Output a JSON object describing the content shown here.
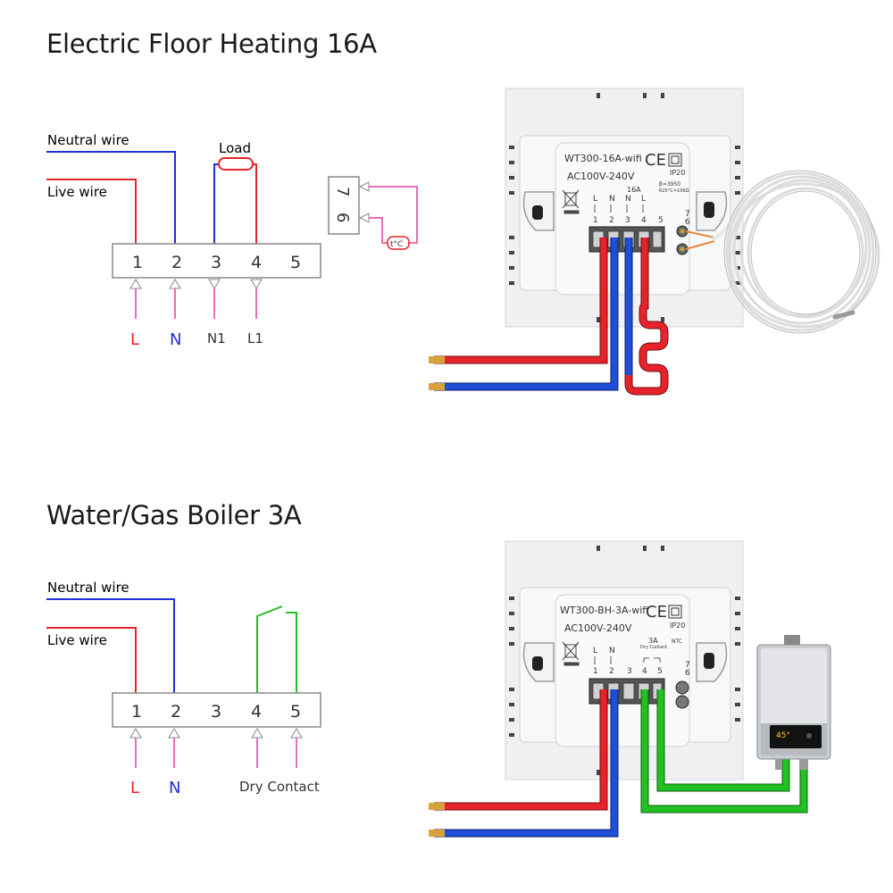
{
  "colors": {
    "live": "#e8222a",
    "neutral": "#1f2fd6",
    "pink": "#e86fb7",
    "green": "#22c022",
    "terminal": "#888888",
    "panel": "#eef0f2"
  },
  "section1": {
    "title": "Electric Floor Heating 16A",
    "neutral_label": "Neutral wire",
    "live_label": "Live wire",
    "load_label": "Load",
    "terminals": [
      "1",
      "2",
      "3",
      "4",
      "5"
    ],
    "sensor_terminals": [
      "7",
      "6"
    ],
    "sensor_label": "t°C",
    "bottom_labels": [
      "L",
      "N",
      "N1",
      "L1"
    ],
    "device": {
      "model": "WT300-16A-wifi",
      "ce": "CE",
      "ip": "IP20",
      "voltage": "AC100V-240V",
      "current": "16A",
      "beta": "β=3950",
      "ntc": "R25°C=10KΩ",
      "term_letters": [
        "L",
        "N",
        "N",
        "L"
      ],
      "term_numbers": [
        "1",
        "2",
        "3",
        "4",
        "5"
      ],
      "sensor_numbers": [
        "7",
        "6"
      ]
    }
  },
  "section2": {
    "title": "Water/Gas Boiler 3A",
    "neutral_label": "Neutral wire",
    "live_label": "Live wire",
    "terminals": [
      "1",
      "2",
      "3",
      "4",
      "5"
    ],
    "bottom_labels": [
      "L",
      "N",
      "Dry Contact"
    ],
    "device": {
      "model": "WT300-BH-3A-wifi",
      "ce": "CE",
      "ip": "IP20",
      "voltage": "AC100V-240V",
      "current": "3A",
      "dry_contact": "Dry Contact",
      "ntc": "NTC",
      "term_letters": [
        "L",
        "N"
      ],
      "term_numbers": [
        "1",
        "2",
        "3",
        "4",
        "5"
      ],
      "sensor_numbers": [
        "7",
        "6"
      ]
    },
    "boiler_display": "45°"
  }
}
